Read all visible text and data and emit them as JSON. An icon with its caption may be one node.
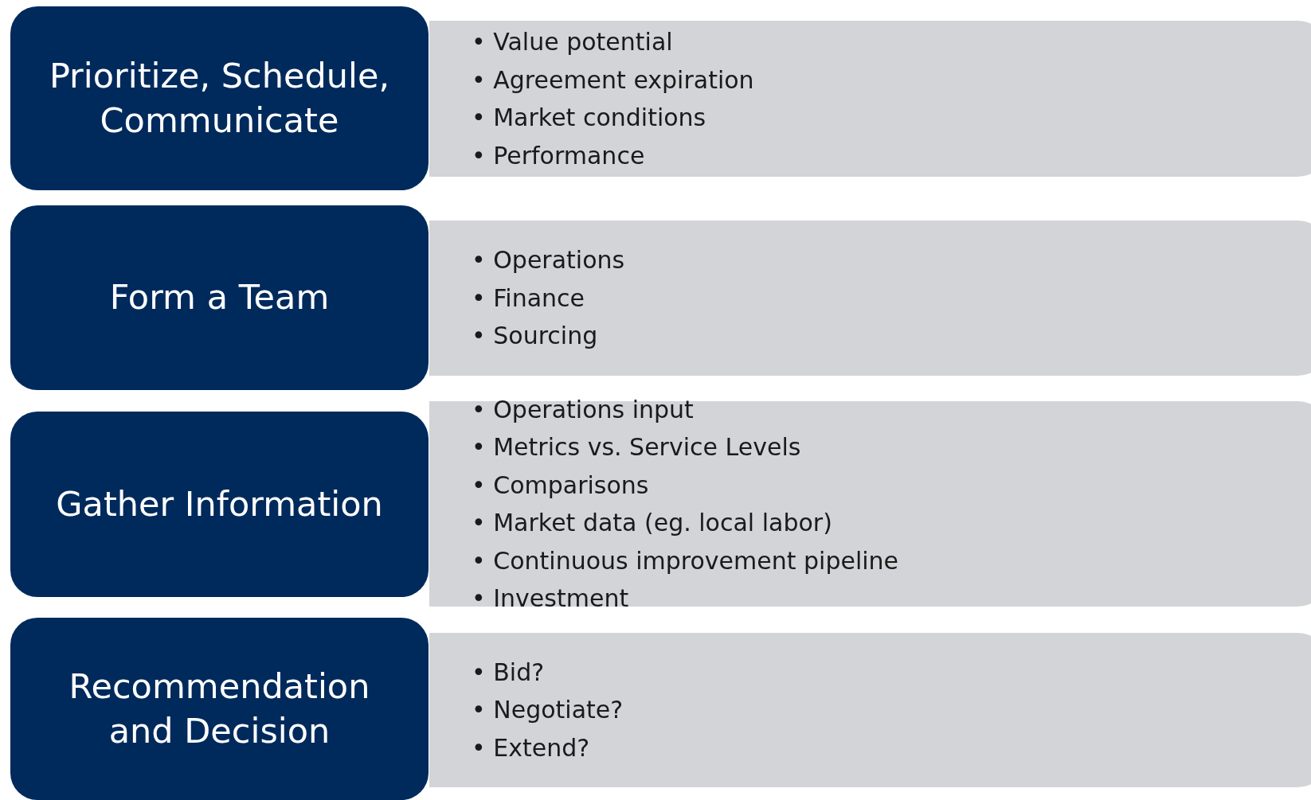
{
  "diagram": {
    "nodes": [
      {
        "text": [
          "Prioritize, Schedule, Communicate"
        ]
      },
      {
        "text": [
          "• Value potential",
          "• Agreement expiration",
          "• Market conditions",
          "• Performance"
        ]
      },
      {
        "text": [
          "Form a Team"
        ]
      },
      {
        "text": [
          "• Operations",
          "• Finance",
          "• Sourcing"
        ]
      },
      {
        "text": [
          "Gather Information"
        ]
      },
      {
        "text": [
          "• Operations input",
          "• Metrics vs. Service Levels",
          "• Comparisons",
          "• Market data (eg. local labor)",
          "• Continuous improvement pipeline",
          "• Investment"
        ]
      },
      {
        "text": [
          "Recommendation and Decision"
        ]
      },
      {
        "text": [
          "• Bid?",
          "• Negotiate?",
          "• Extend?"
        ]
      }
    ]
  }
}
